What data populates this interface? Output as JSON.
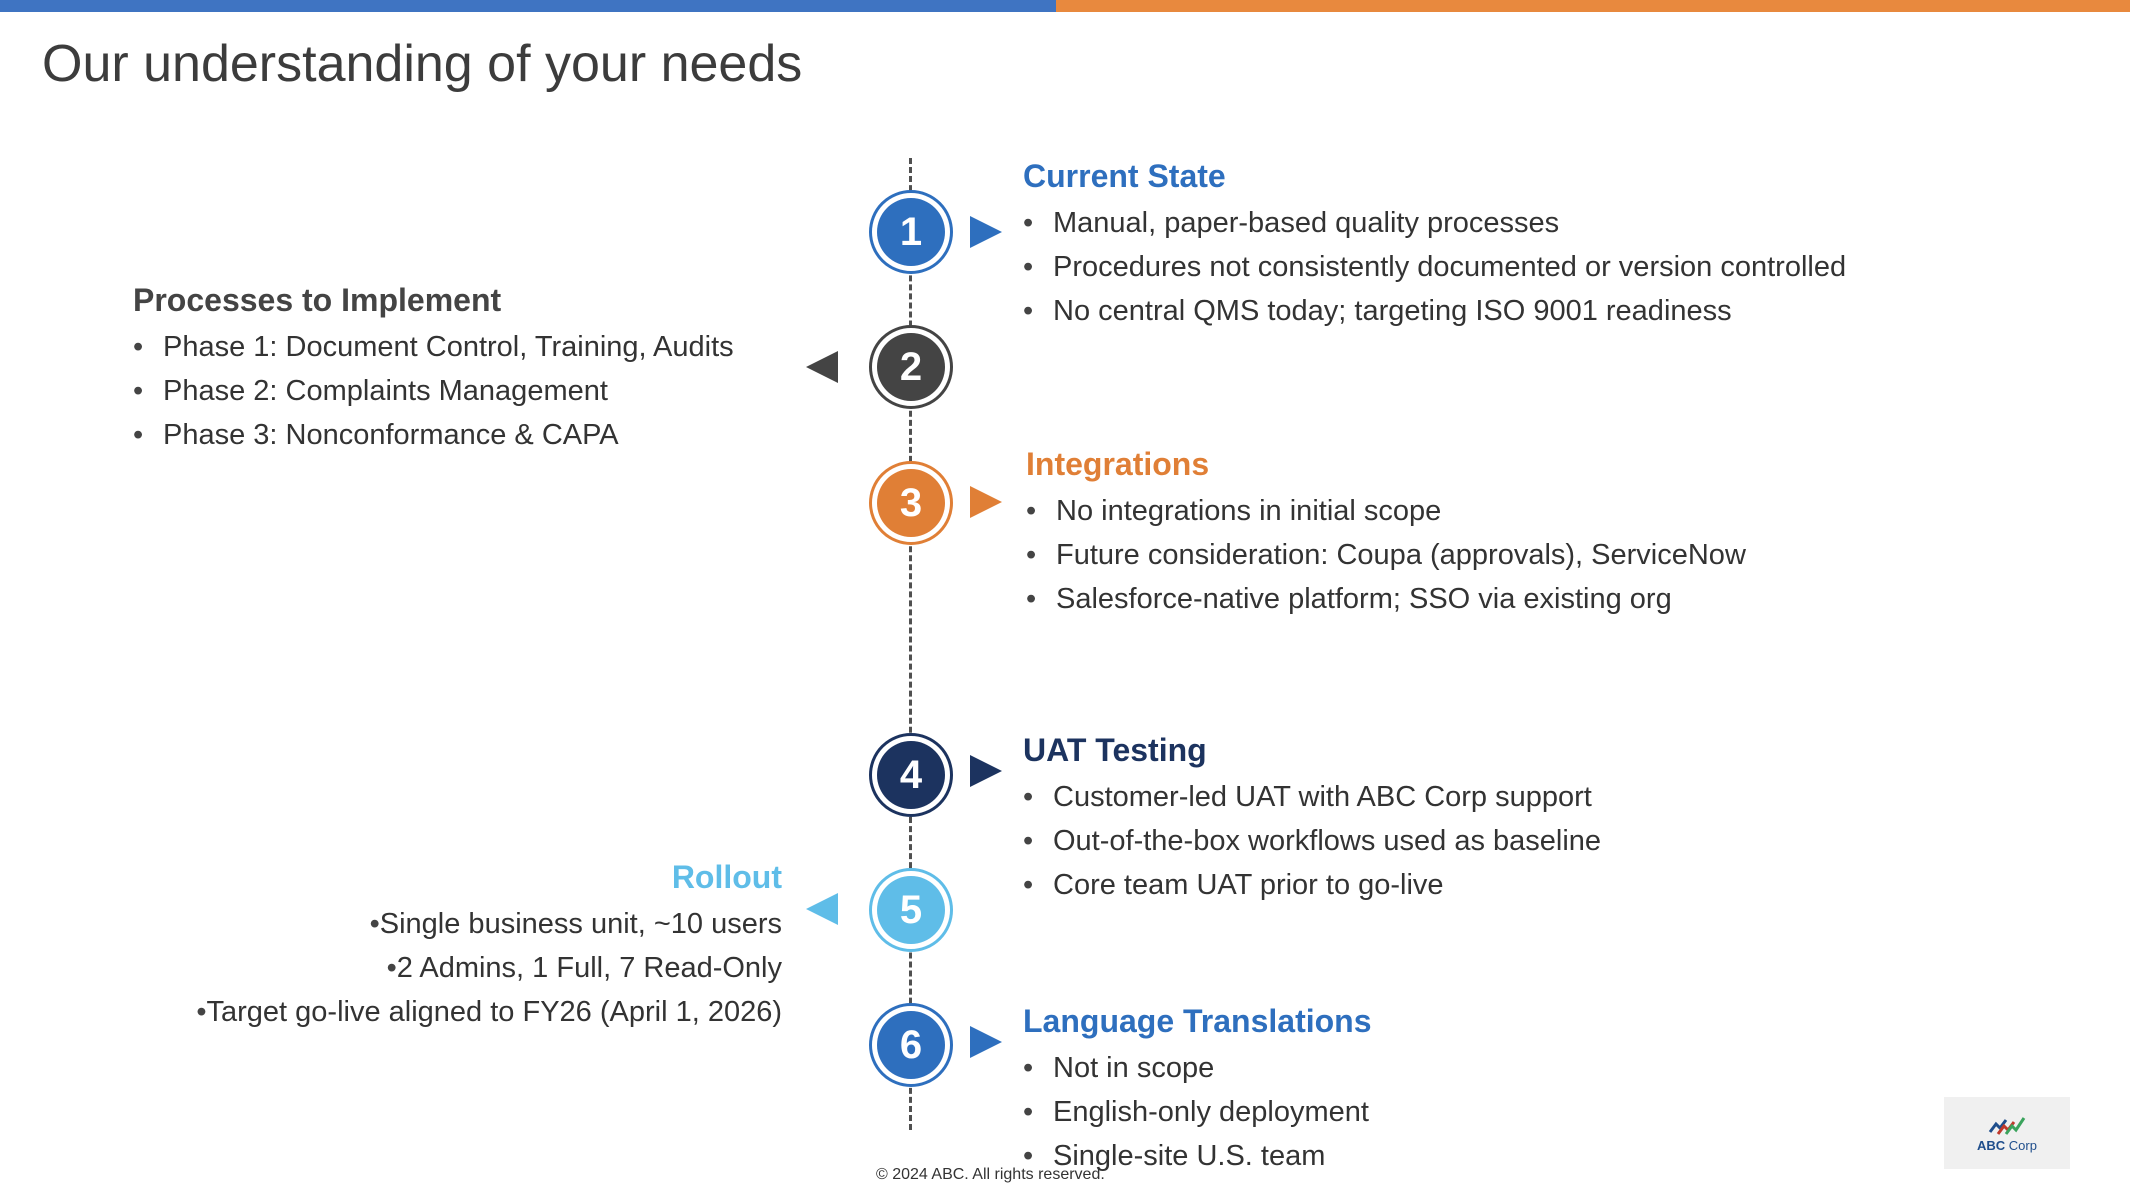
{
  "colors": {
    "blue": "#2e6fbe",
    "dark": "#444444",
    "orange": "#e07f36",
    "navy": "#1c335f",
    "light_blue": "#5fbde8",
    "top_bar_blue": "#3f74c2",
    "top_bar_orange": "#e8893e"
  },
  "page": {
    "title": "Our understanding of your needs"
  },
  "steps": [
    {
      "number": "1",
      "color": "#2e6fbe",
      "arrow": "right"
    },
    {
      "number": "2",
      "color": "#444444",
      "arrow": "left"
    },
    {
      "number": "3",
      "color": "#e07f36",
      "arrow": "right"
    },
    {
      "number": "4",
      "color": "#1c335f",
      "arrow": "right"
    },
    {
      "number": "5",
      "color": "#5fbde8",
      "arrow": "left"
    },
    {
      "number": "6",
      "color": "#2e6fbe",
      "arrow": "right"
    }
  ],
  "sections": {
    "current_state": {
      "heading": "Current State",
      "color": "#2e6fbe",
      "items": [
        "Manual, paper-based quality processes",
        "Procedures not consistently documented or version controlled",
        "No central QMS today; targeting ISO 9001 readiness"
      ]
    },
    "processes": {
      "heading": "Processes to Implement",
      "color": "#444444",
      "items": [
        "Phase 1: Document Control, Training, Audits",
        "Phase 2: Complaints Management",
        "Phase 3: Nonconformance & CAPA"
      ]
    },
    "integrations": {
      "heading": "Integrations",
      "color": "#e07f36",
      "items": [
        "No integrations in initial scope",
        "Future consideration: Coupa (approvals), ServiceNow",
        "Salesforce-native platform; SSO via existing org"
      ]
    },
    "uat": {
      "heading": "UAT Testing",
      "color": "#1c335f",
      "items": [
        "Customer-led UAT with ABC Corp support",
        "Out-of-the-box workflows used as baseline",
        "Core team UAT prior to go-live"
      ]
    },
    "rollout": {
      "heading": "Rollout",
      "color": "#5fbde8",
      "items": [
        "Single business unit, ~10 users",
        "2 Admins, 1 Full, 7 Read-Only",
        "Target go-live aligned to FY26 (April 1, 2026)"
      ]
    },
    "language": {
      "heading": "Language Translations",
      "color": "#2e6fbe",
      "items": [
        "Not in scope",
        "English-only deployment",
        "Single-site U.S. team"
      ]
    }
  },
  "footer": {
    "copyright": "© 2024 ABC. All rights reserved."
  },
  "logo": {
    "name": "ABC",
    "suffix": "Corp",
    "icon": "abc-corp-logo-icon"
  }
}
